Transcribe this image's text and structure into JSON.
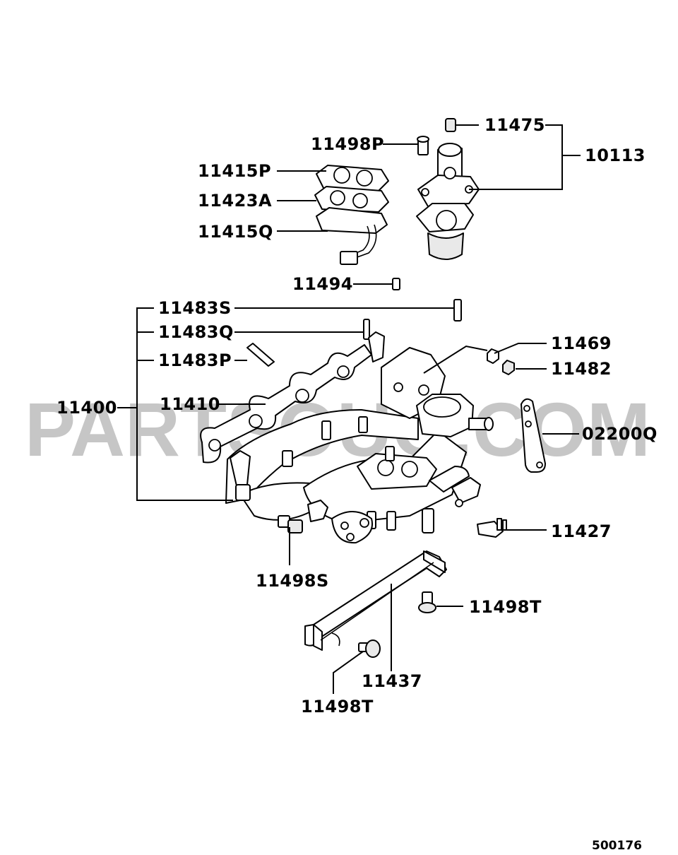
{
  "watermark": "PARTSOUQ.COM",
  "diagram_code": "500176",
  "labels": {
    "p11475": "11475",
    "p11498P": "11498P",
    "p10113": "10113",
    "p11415P": "11415P",
    "p11423A": "11423A",
    "p11415Q": "11415Q",
    "p11494": "11494",
    "p11483S": "11483S",
    "p11483Q": "11483Q",
    "p11483P": "11483P",
    "p11469": "11469",
    "p11482": "11482",
    "p11400": "11400",
    "p11410": "11410",
    "p02200Q": "02200Q",
    "p11427": "11427",
    "p11498S": "11498S",
    "p11498T_right": "11498T",
    "p11437": "11437",
    "p11498T_left": "11498T"
  },
  "colors": {
    "line": "#000000",
    "watermark": "#bdbdbd",
    "background": "#ffffff"
  }
}
